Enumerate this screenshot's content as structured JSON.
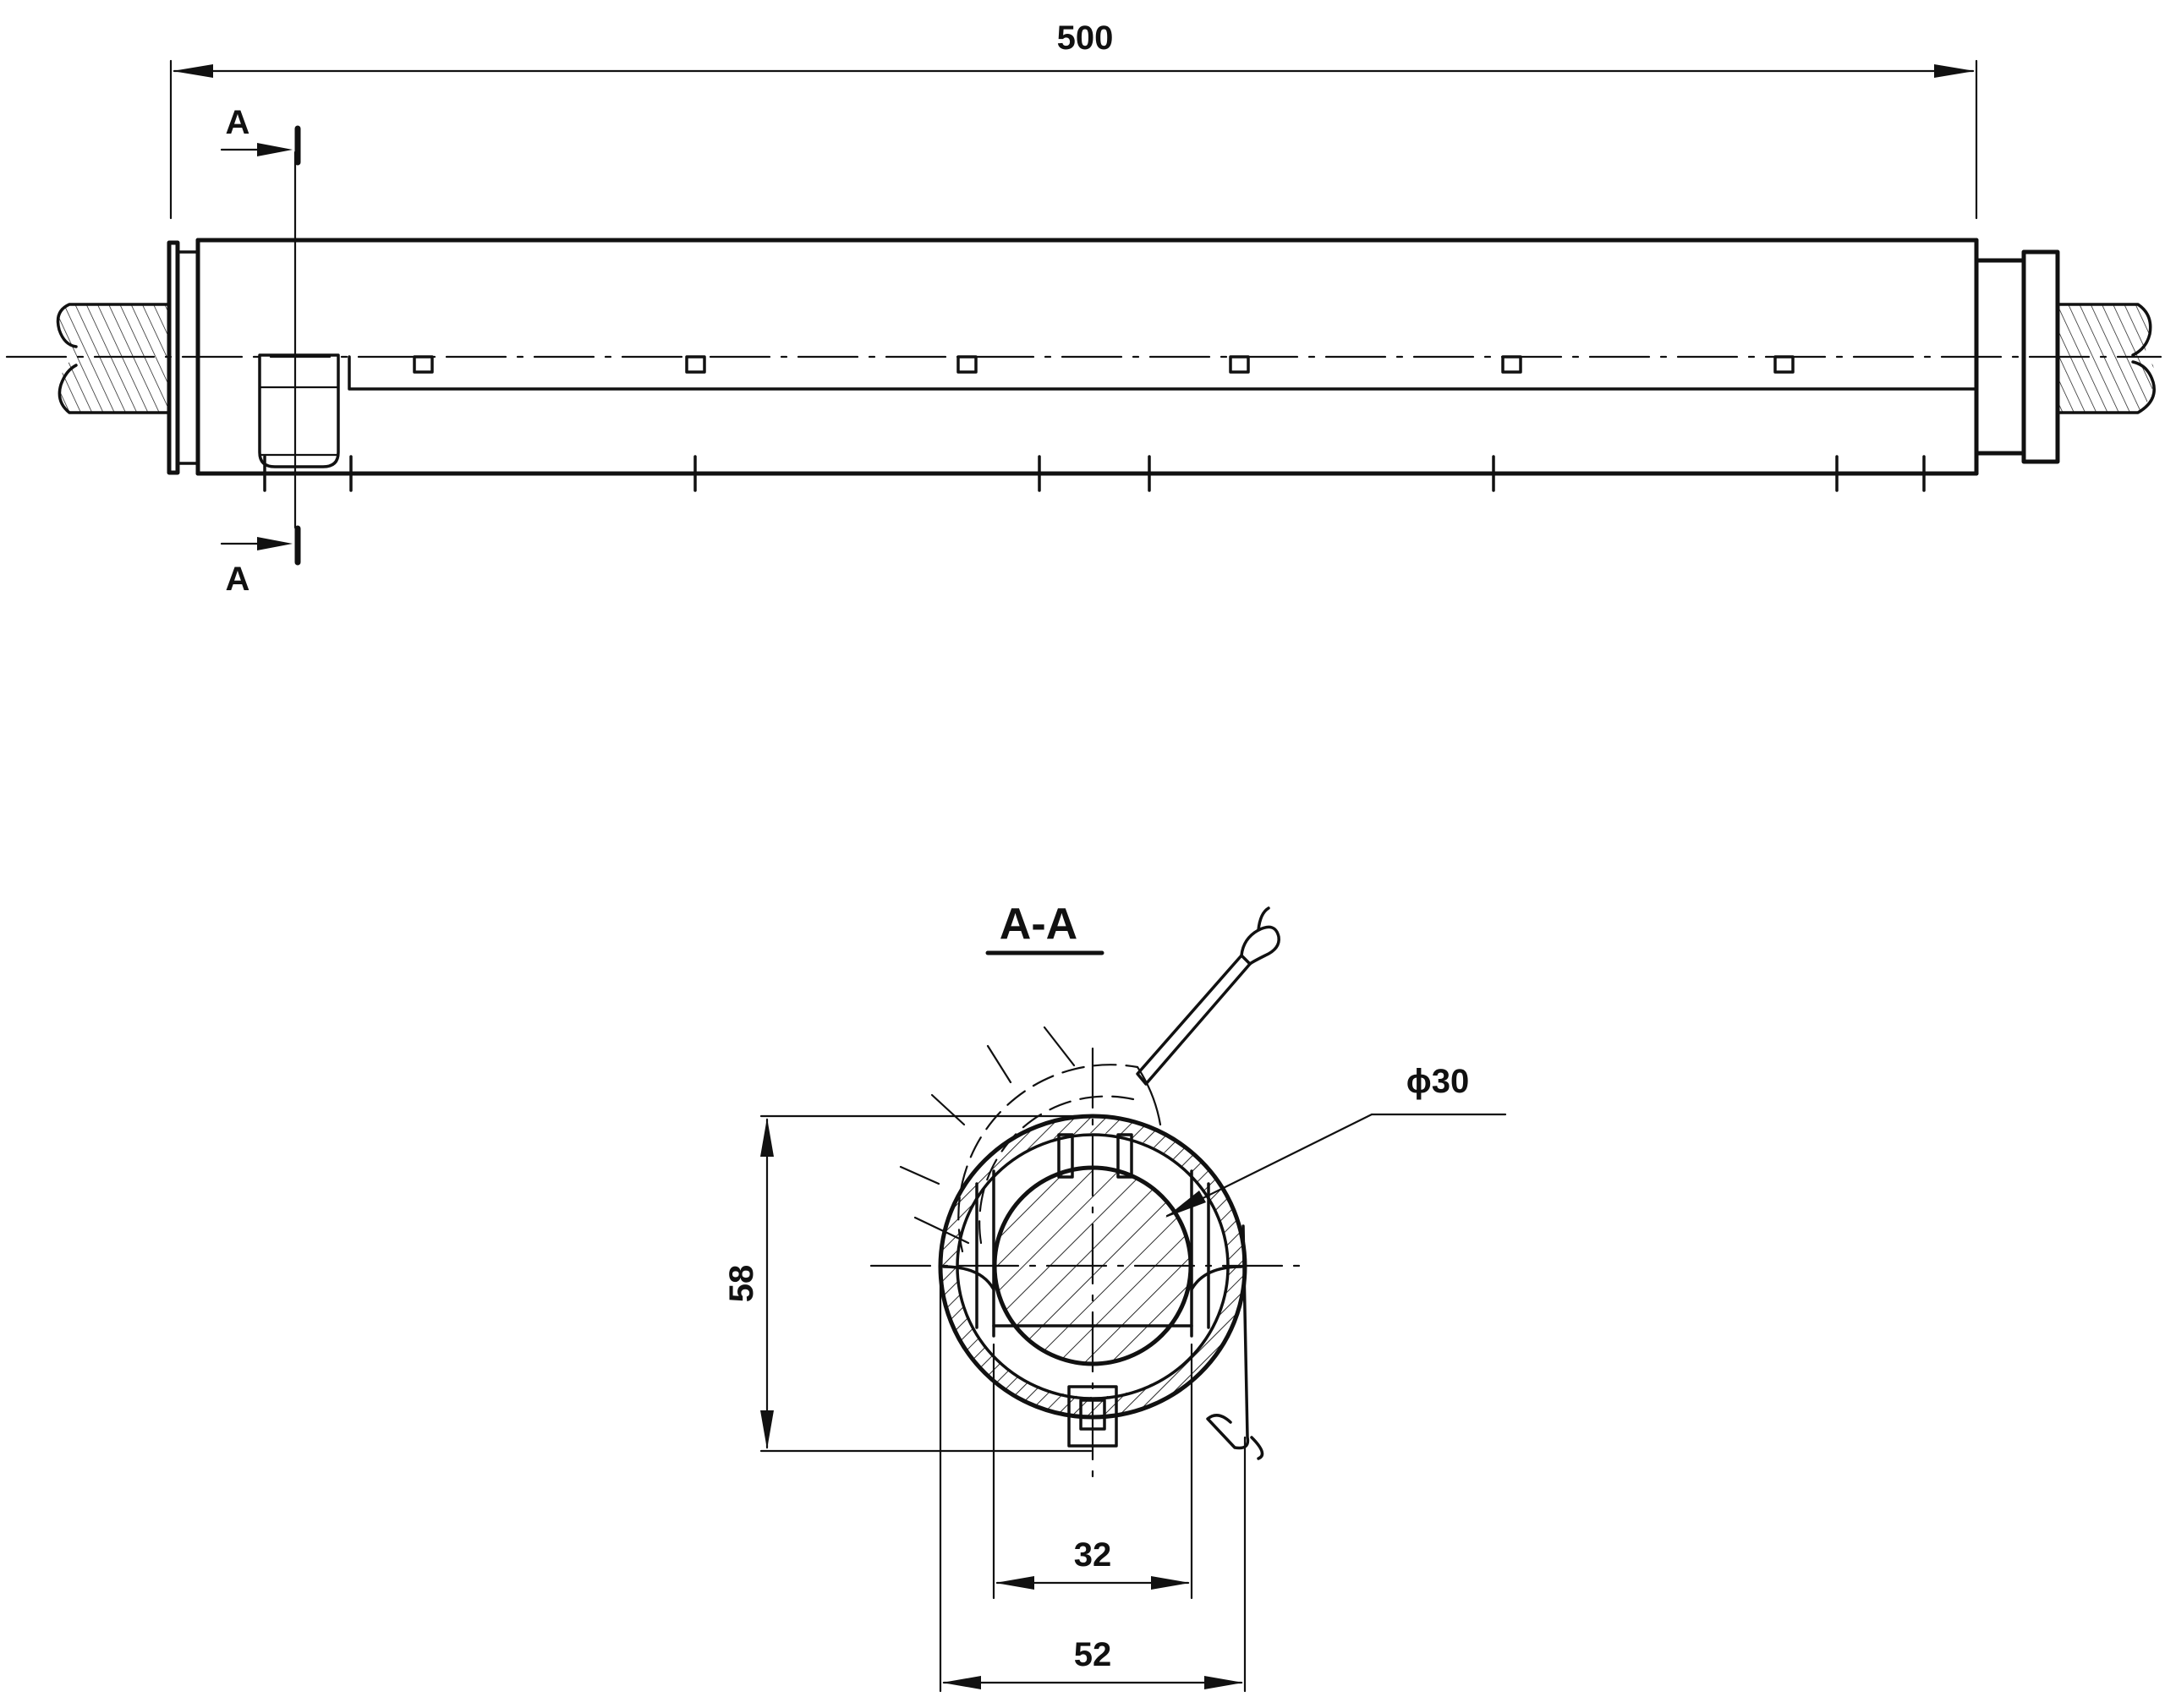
{
  "colors": {
    "line": "#111111",
    "background": "#ffffff"
  },
  "top_view": {
    "overall_length": "500",
    "section_marker_top": "A",
    "section_marker_bottom": "A"
  },
  "section_view": {
    "title": "A-A",
    "shaft_diameter": "ϕ30",
    "height": "58",
    "inner_width": "32",
    "outer_width": "52"
  }
}
